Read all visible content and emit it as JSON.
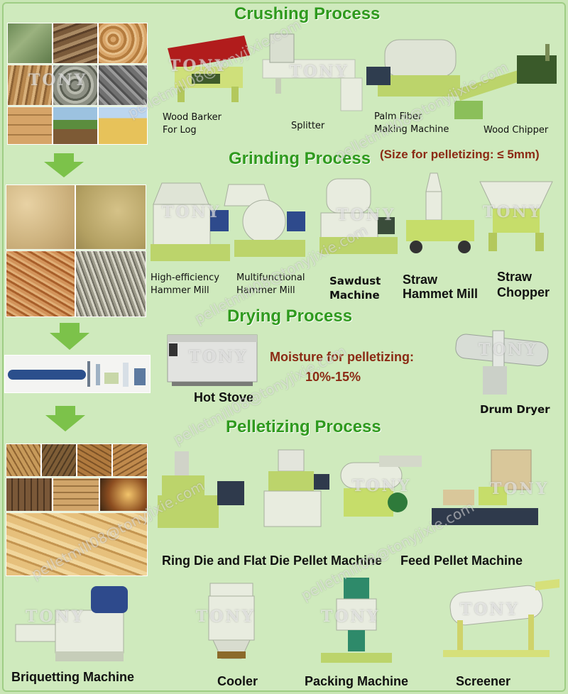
{
  "sections": {
    "crushing": "Crushing Process",
    "grinding": "Grinding Process",
    "drying": "Drying Process",
    "pelletizing": "Pelletizing Process"
  },
  "notes": {
    "size": "(Size for pelletizing: ≤ 5mm)",
    "moisture_line1": "Moisture for pelletizing:",
    "moisture_line2": "10%-15%"
  },
  "machines": {
    "wood_barker_1": "Wood Barker",
    "wood_barker_2": "For Log",
    "splitter": "Splitter",
    "palm_fiber_1": "Palm Fiber",
    "palm_fiber_2": "Making Machine",
    "wood_chipper": "Wood Chipper",
    "hammer_he_1": "High-efficiency",
    "hammer_he_2": "Hammer Mill",
    "hammer_mf_1": "Multifunctional",
    "hammer_mf_2": "Hammer Mill",
    "sawdust_1": "Sawdust",
    "sawdust_2": "Machine",
    "straw_hm_1": "Straw",
    "straw_hm_2": "Hammet Mill",
    "straw_ch_1": "Straw",
    "straw_ch_2": "Chopper",
    "hot_stove": "Hot Stove",
    "drum_dryer": "Drum Dryer",
    "ring_flat": "Ring Die and Flat Die Pellet Machine",
    "feed_pellet": "Feed Pellet Machine",
    "briquetting": "Briquetting Machine",
    "cooler": "Cooler",
    "packing": "Packing Machine",
    "screener": "Screener"
  },
  "watermark": {
    "brand": "TONY",
    "email1": "pelletmill08@tonyjixie.com",
    "email2": "pelletmill08@tonyjixie.com"
  },
  "colors": {
    "heading": "#2f9a1e",
    "note": "#8b2a14",
    "machine_green": "#b9d36a",
    "machine_body": "#e8ecdf",
    "arrow": "#7cc24a"
  }
}
